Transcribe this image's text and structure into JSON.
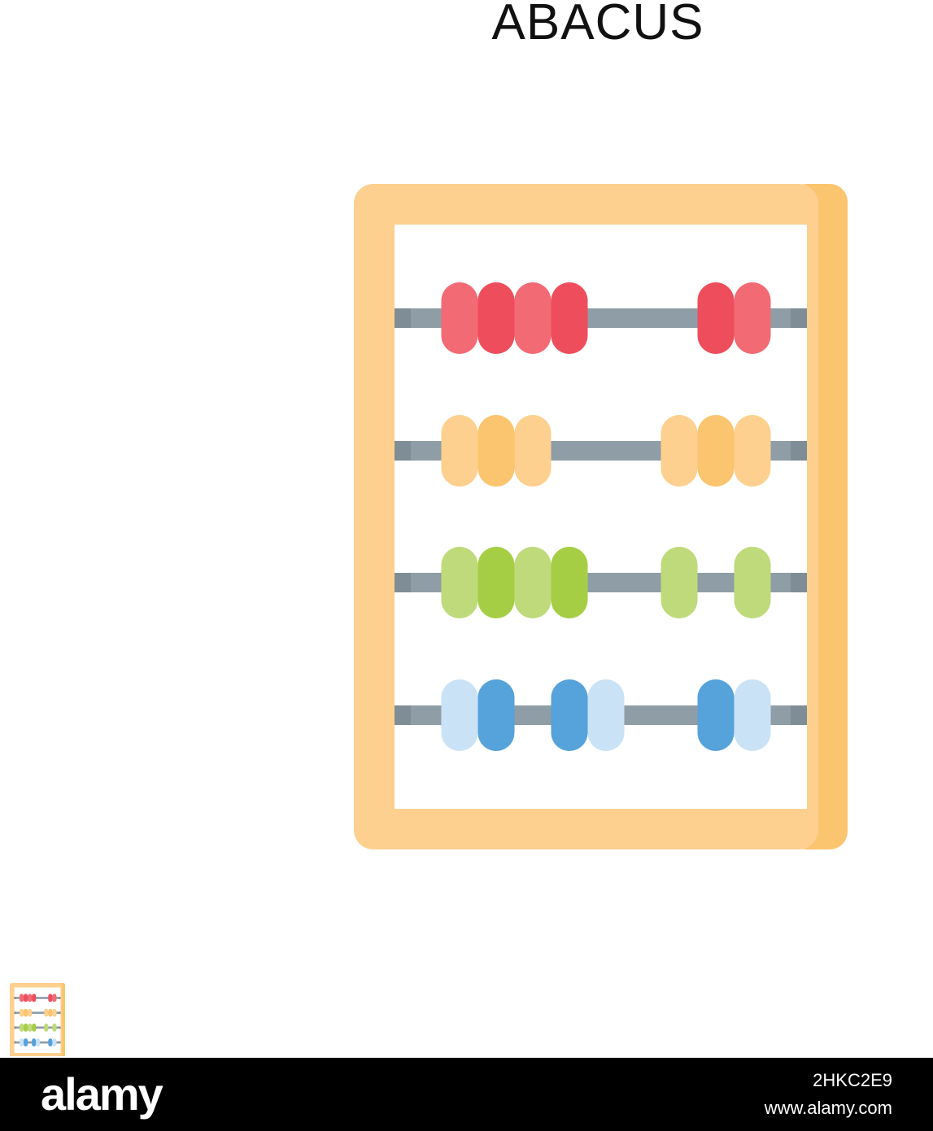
{
  "title": "ABACUS",
  "footer": {
    "logo": "alamy",
    "image_id": "2HKC2E9",
    "site": "www.alamy.com"
  },
  "colors": {
    "frame": "#FDD08F",
    "frame_side": "#FBC46E",
    "rod": "#8E9DA6",
    "rod_dark": "#7E8D96",
    "red_light": "#F26A74",
    "red_dark": "#EE4E5C",
    "orange_light": "#FDD08F",
    "orange_dark": "#FBC46E",
    "green_light": "#BFDA7A",
    "green_dark": "#A6CE45",
    "blue_light": "#C9E2F6",
    "blue_dark": "#56A2DA",
    "footer_bg": "#000000",
    "footer_text": "#FFFFFF"
  },
  "abacus": {
    "rows": [
      {
        "color": "red",
        "beads": [
          0,
          1,
          2,
          3,
          7,
          8
        ]
      },
      {
        "color": "orange",
        "beads": [
          0,
          1,
          2,
          6,
          7,
          8
        ]
      },
      {
        "color": "green",
        "beads": [
          0,
          1,
          2,
          3,
          6,
          8
        ]
      },
      {
        "color": "blue",
        "beads": [
          0,
          1,
          3,
          4,
          7,
          8
        ]
      }
    ]
  }
}
